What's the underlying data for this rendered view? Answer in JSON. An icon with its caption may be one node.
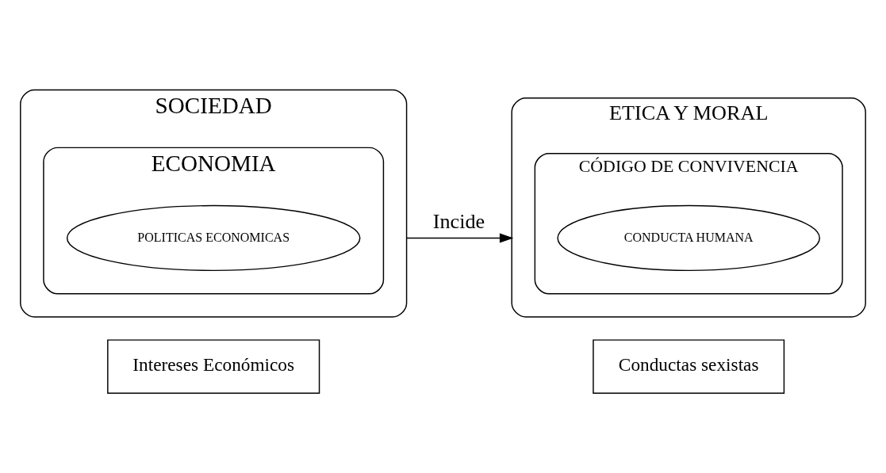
{
  "diagram": {
    "nodes": [
      {
        "text": [
          "SOCIEDAD"
        ]
      },
      {
        "text": [
          "ECONOMIA"
        ],
        "in": 0
      },
      {
        "text": [
          "POLITICAS ECONOMICAS"
        ],
        "in": 1
      },
      {
        "text": [
          "Intereses Económicos"
        ]
      },
      {
        "text": [
          "ETICA Y MORAL"
        ]
      },
      {
        "text": [
          "CÓDIGO DE CONVIVENCIA"
        ],
        "in": 4
      },
      {
        "text": [
          "CONDUCTA HUMANA"
        ],
        "in": 5
      },
      {
        "text": [
          "Conductas sexistas"
        ]
      }
    ],
    "edges": [
      {
        "from": 0,
        "to": 4,
        "arrow": "to",
        "label": "Incide"
      }
    ]
  }
}
